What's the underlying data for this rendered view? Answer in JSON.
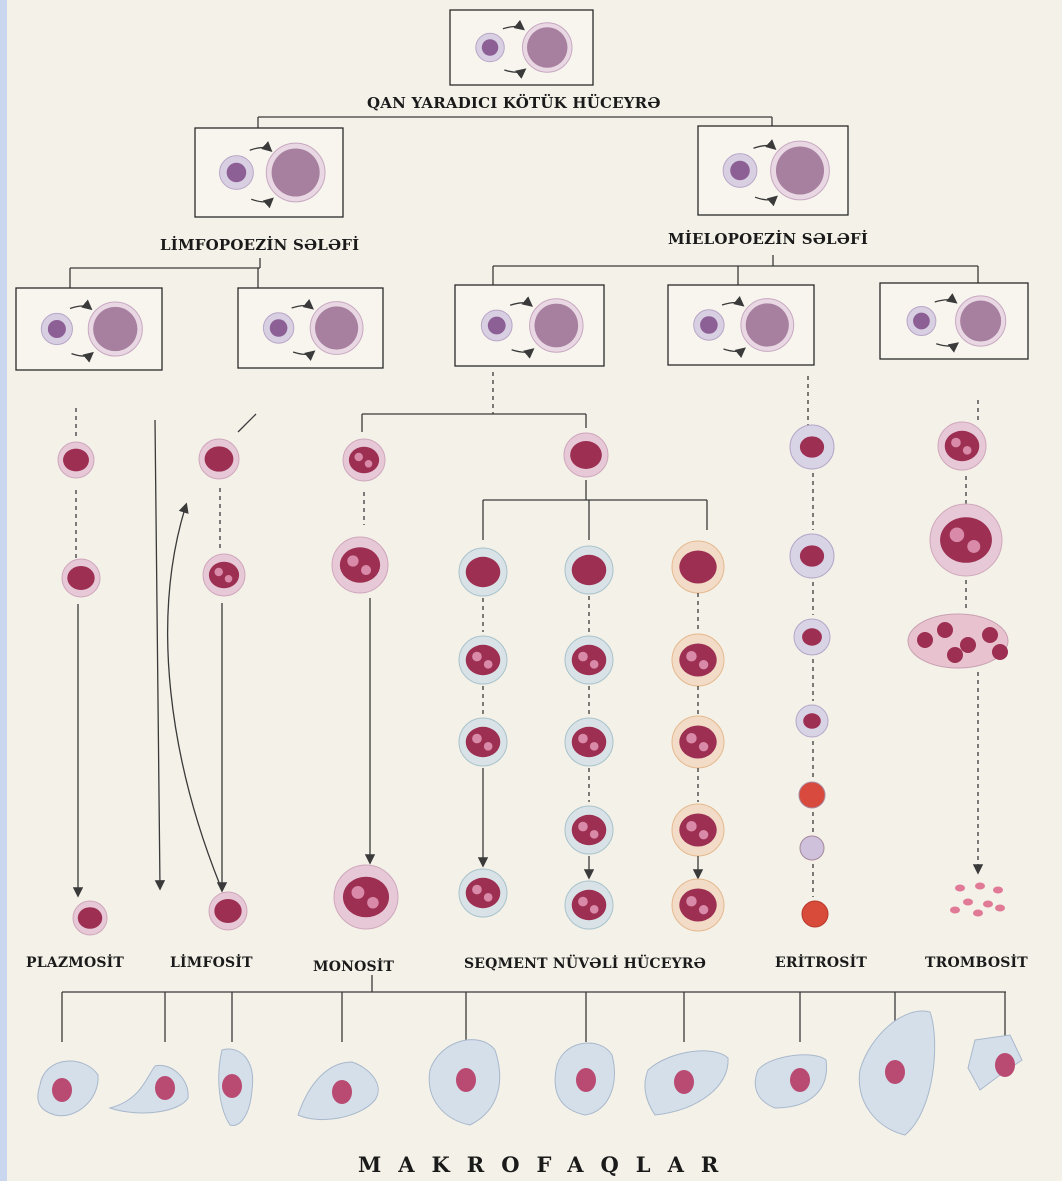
{
  "labels": {
    "stem": "QAN YARADICI KÖTÜK HÜCEYRƏ",
    "lymph_precursor": "LİMFOPOEZİN SƏLƏFİ",
    "myelo_precursor": "MİELOPOEZİN SƏLƏFİ",
    "plazmosit": "PLAZMOSİT",
    "limfosit": "LİMFOSİT",
    "monosit": "MONOSİT",
    "seqment": "SEQMENT NÜVƏLİ HÜCEYRƏ",
    "eritrosit": "ERİTROSİT",
    "trombosit": "TROMBOSİT",
    "makrofaqlar": "MAKROFAQLAR"
  },
  "colors": {
    "background": "#f4f1e8",
    "line": "#3a3a3a",
    "nucleus": "#9c2f52",
    "cytoplasm": "#e6c8d6",
    "stem_cell": "#a780a0",
    "erythrocyte": "#d84a3a",
    "platelet": "#e07a96"
  }
}
